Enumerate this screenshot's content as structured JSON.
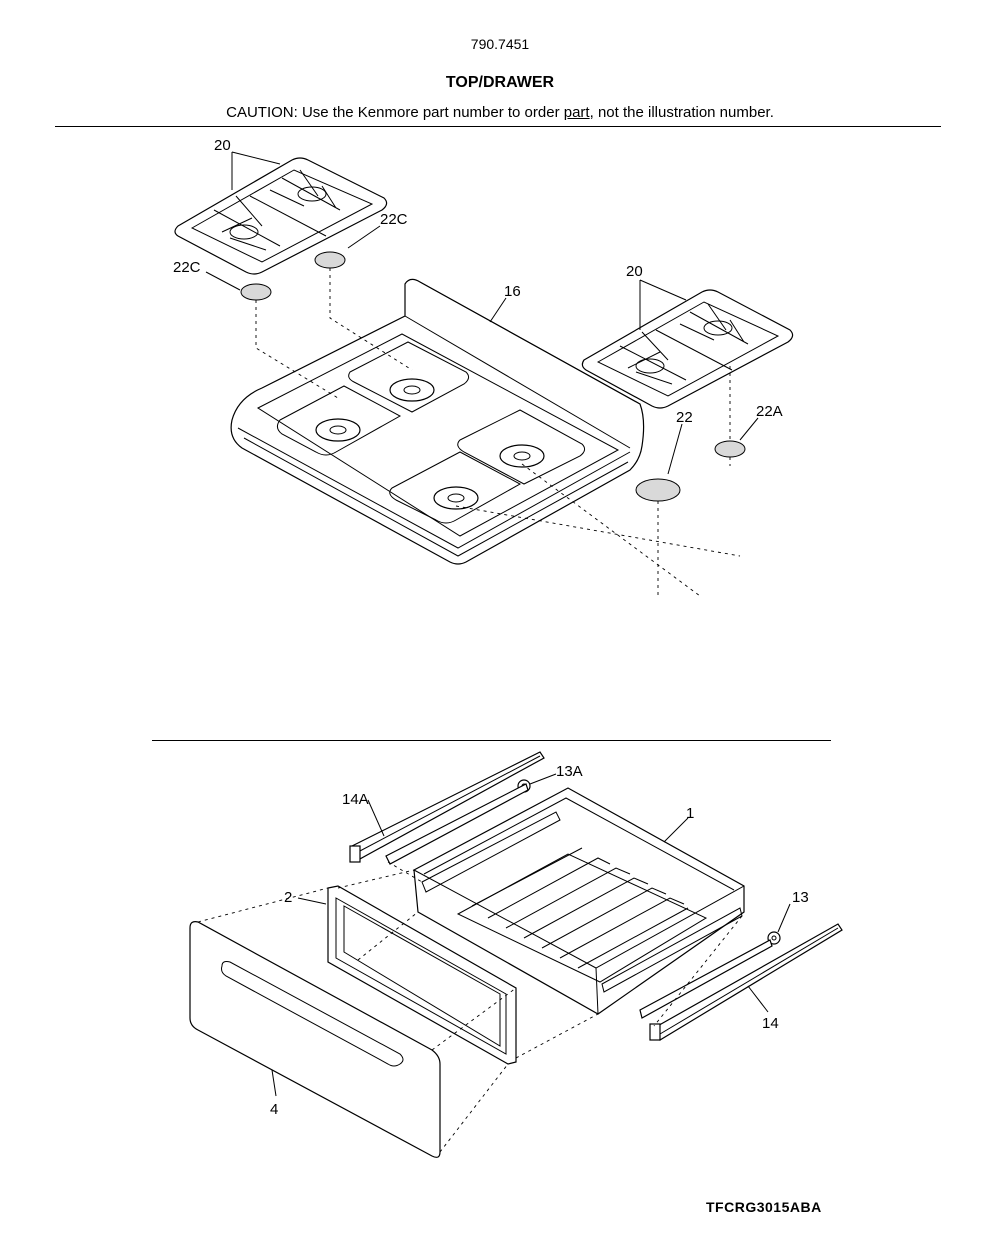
{
  "header": {
    "model_number": "790.7451",
    "section_title": "TOP/DRAWER",
    "caution_before": "CAUTION: Use the Kenmore part number to order ",
    "caution_underlined": "part",
    "caution_after": ", not the illustration number."
  },
  "callouts": {
    "grate_left": "20",
    "cap_22c_right": "22C",
    "cap_22c_left": "22C",
    "cooktop": "16",
    "grate_right": "20",
    "cap_22": "22",
    "cap_22a": "22A",
    "rail_left": "14A",
    "roller_left": "13A",
    "drawer_body": "1",
    "drawer_liner": "2",
    "roller_right": "13",
    "rail_right": "14",
    "drawer_front": "4"
  },
  "footer": {
    "drawing_code": "TFCRG3015ABA"
  }
}
